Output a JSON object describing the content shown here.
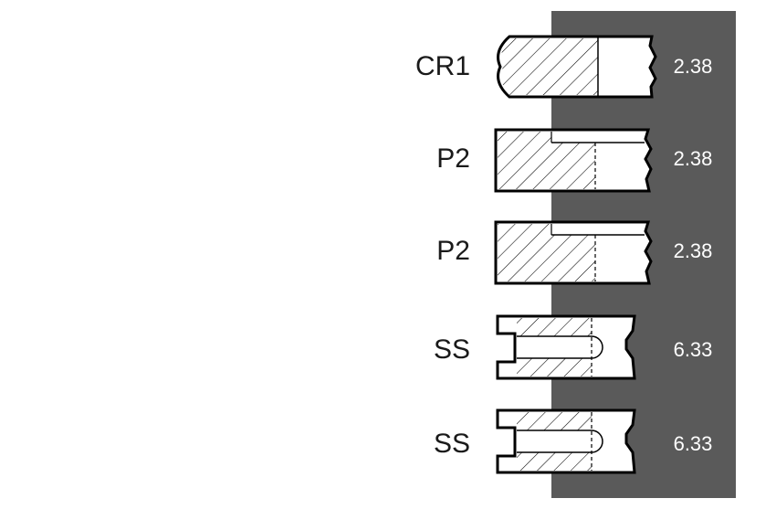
{
  "rings": [
    {
      "label": "CR1",
      "value": "2.38",
      "profile": "compression-barrel"
    },
    {
      "label": "P2",
      "value": "2.38",
      "profile": "compression-stepped"
    },
    {
      "label": "P2",
      "value": "2.38",
      "profile": "compression-stepped"
    },
    {
      "label": "SS",
      "value": "6.33",
      "profile": "oil-slotted"
    },
    {
      "label": "SS",
      "value": "6.33",
      "profile": "oil-slotted"
    }
  ],
  "colors": {
    "band": "#5a5a5a",
    "outline": "#000000",
    "ring_fill": "#ffffff"
  }
}
